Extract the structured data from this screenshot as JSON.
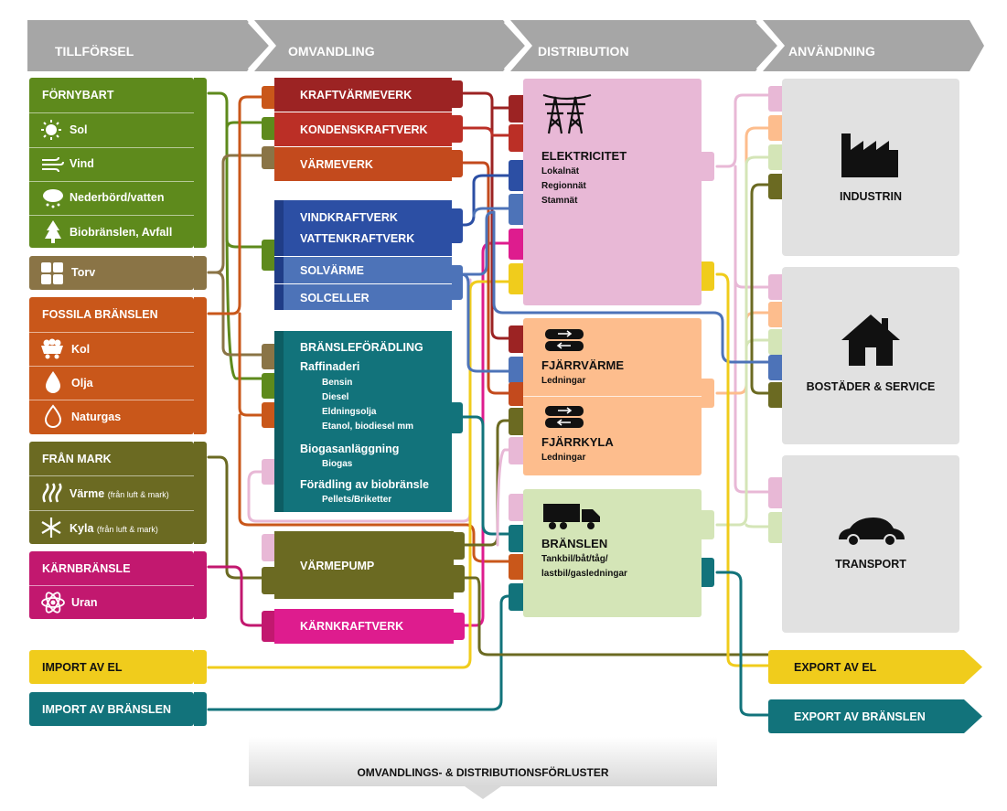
{
  "stages": [
    "TILLFÖRSEL",
    "OMVANDLING",
    "DISTRIBUTION",
    "ANVÄNDNING"
  ],
  "supply": {
    "fornybart": {
      "title": "FÖRNYBART",
      "items": [
        "Sol",
        "Vind",
        "Nederbörd/vatten",
        "Biobränslen, Avfall"
      ]
    },
    "torv": "Torv",
    "fossila": {
      "title": "FOSSILA BRÄNSLEN",
      "items": [
        "Kol",
        "Olja",
        "Naturgas"
      ]
    },
    "fran_mark": {
      "title": "FRÅN MARK",
      "varme": "Värme",
      "varme_note": "(från luft & mark)",
      "kyla": "Kyla",
      "kyla_note": "(från luft & mark)"
    },
    "karnbransle": {
      "title": "KÄRNBRÄNSLE",
      "items": [
        "Uran"
      ]
    },
    "import_el": "IMPORT AV EL",
    "import_bransle": "IMPORT AV BRÄNSLEN"
  },
  "conversion": {
    "kraftvarmeverk": "KRAFTVÄRMEVERK",
    "kondenskraftverk": "KONDENSKRAFTVERK",
    "varmeverk": "VÄRMEVERK",
    "vindkraftverk": "VINDKRAFTVERK",
    "vattenkraftverk": "VATTENKRAFTVERK",
    "solvarme": "SOLVÄRME",
    "solceller": "SOLCELLER",
    "bransleforadling": {
      "title": "BRÄNSLEFÖRÄDLING",
      "raffinaderi": "Raffinaderi",
      "raffinaderi_items": [
        "Bensin",
        "Diesel",
        "Eldningsolja",
        "Etanol, biodiesel mm"
      ],
      "biogas": "Biogasanläggning",
      "biogas_items": [
        "Biogas"
      ],
      "bio_foradling": "Förädling av biobränsle",
      "bio_items": [
        "Pellets/Briketter"
      ]
    },
    "varmepump": "VÄRMEPUMP",
    "karnkraftverk": "KÄRNKRAFTVERK"
  },
  "distribution": {
    "elektricitet": {
      "title": "ELEKTRICITET",
      "items": [
        "Lokalnät",
        "Regionnät",
        "Stamnät"
      ]
    },
    "fjarrvarme": {
      "title": "FJÄRRVÄRME",
      "items": [
        "Ledningar"
      ]
    },
    "fjarrkyla": {
      "title": "FJÄRRKYLA",
      "items": [
        "Ledningar"
      ]
    },
    "branslen": {
      "title": "BRÄNSLEN",
      "items": [
        "Tankbil/båt/tåg/",
        "lastbil/gasledningar"
      ]
    }
  },
  "usage": {
    "industrin": "INDUSTRIN",
    "bostader": "BOSTÄDER & SERVICE",
    "transport": "TRANSPORT",
    "export_el": "EXPORT AV EL",
    "export_bransle": "EXPORT AV BRÄNSLEN"
  },
  "losses": "OMVANDLINGS- & DISTRIBUTIONSFÖRLUSTER",
  "colors": {
    "green": "#5e8a1c",
    "torv": "#8a7446",
    "fossil": "#c9571a",
    "mark": "#6b6a22",
    "nuclear": "#c2186f",
    "magenta": "#de1c8e",
    "yellow": "#f0cc1c",
    "teal": "#12737b",
    "red_dark": "#9c2323",
    "red": "#bb2f26",
    "orange_red": "#c34a1d",
    "blue": "#2c4fa4",
    "blue_light": "#4d73b8",
    "pink": "#e8b8d6",
    "peach": "#fdbd8d",
    "lightgreen": "#d4e5b7",
    "gray": "#e1e1e1",
    "header": "#a6a6a6"
  }
}
